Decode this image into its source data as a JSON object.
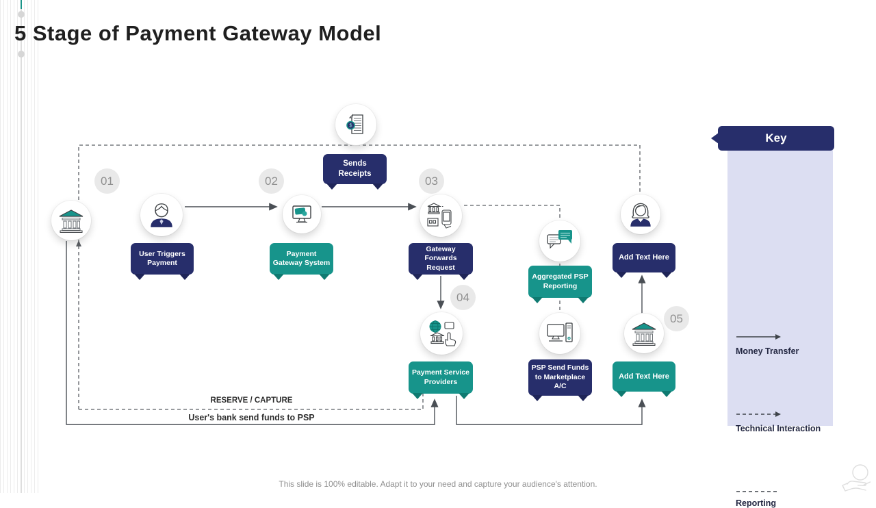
{
  "slide": {
    "title": "5 Stage of Payment Gateway Model",
    "footer": "This slide is 100% editable. Adapt it to your need and capture your audience's attention."
  },
  "colors": {
    "navy": "#272e6b",
    "teal": "#17948b",
    "key_panel": "#dcdef2",
    "connector": "#4a4f55",
    "stage_circle": "#e9e9e9",
    "stage_number_text": "#8f8f8f",
    "left_accent": "#1a9488"
  },
  "diagram": {
    "stage_numbers": [
      "01",
      "02",
      "03",
      "04",
      "05"
    ],
    "boxes": [
      {
        "id": "sends-receipts",
        "label": "Sends Receipts",
        "color": "navy"
      },
      {
        "id": "user-triggers-payment",
        "label": "User Triggers Payment",
        "color": "navy"
      },
      {
        "id": "payment-gateway-system",
        "label": "Payment Gateway System",
        "color": "teal"
      },
      {
        "id": "gateway-forwards-request",
        "label": "Gateway Forwards Request",
        "color": "navy"
      },
      {
        "id": "add-text-here-top",
        "label": "Add Text Here",
        "color": "navy"
      },
      {
        "id": "aggregated-psp-reporting",
        "label": "Aggregated PSP Reporting",
        "color": "teal"
      },
      {
        "id": "payment-service-providers",
        "label": "Payment Service Providers",
        "color": "teal"
      },
      {
        "id": "psp-send-funds-marketplace",
        "label": "PSP Send Funds to Marketplace A/C",
        "color": "navy"
      },
      {
        "id": "add-text-here-bottom",
        "label": "Add Text Here",
        "color": "teal"
      }
    ],
    "icons": [
      "receipt-icon",
      "bank-icon",
      "man-user-icon",
      "monitor-payment-icon",
      "merchant-phone-icon",
      "chat-bubbles-icon",
      "woman-user-icon",
      "psp-network-icon",
      "computer-tower-icon",
      "bank-icon"
    ],
    "annotations": {
      "reserve_capture": "RESERVE / CAPTURE",
      "bank_funds": "User's bank send funds to PSP"
    }
  },
  "key": {
    "title": "Key",
    "items": [
      {
        "label": "Money Transfer",
        "line_style": "solid-arrow"
      },
      {
        "label": "Technical Interaction",
        "line_style": "dashed-arrow"
      },
      {
        "label": "Reporting",
        "line_style": "dashed-line"
      }
    ]
  }
}
